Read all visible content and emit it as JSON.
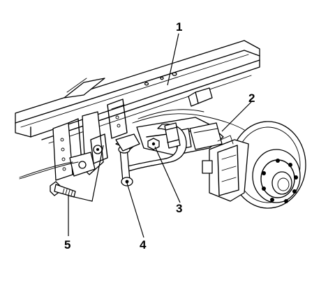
{
  "callouts": {
    "c1": "1",
    "c2": "2",
    "c3": "3",
    "c4": "4",
    "c5": "5"
  },
  "parts": [
    {
      "callout": "1",
      "icon": "frame-rail-icon"
    },
    {
      "callout": "2",
      "icon": "brake-rotor-hub-icon"
    },
    {
      "callout": "3",
      "icon": "stabilizer-bar-nut-icon"
    },
    {
      "callout": "4",
      "icon": "stabilizer-bar-link-icon"
    },
    {
      "callout": "5",
      "icon": "mounting-bolt-icon"
    }
  ],
  "colors": {
    "line": "#000000",
    "background": "#ffffff"
  }
}
